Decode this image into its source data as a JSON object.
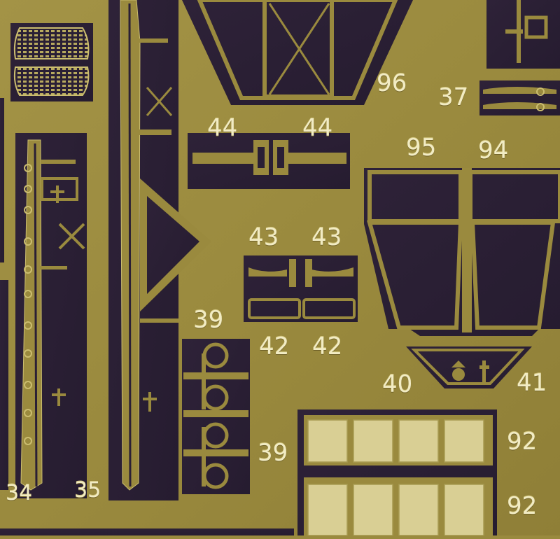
{
  "image": {
    "subject": "photo-etched brass fret",
    "colors": {
      "brass": "#a08f42",
      "brass_light": "#cbbd6f",
      "brass_dark": "#7d6e2c",
      "cavity": "#2a1f35",
      "cavity_edge": "#3b2d47",
      "label": "#f2ecc4",
      "pad": "#d9cf94"
    }
  },
  "part_numbers": {
    "p96": "96",
    "p37": "37",
    "p44a": "44",
    "p44b": "44",
    "p95": "95",
    "p94": "94",
    "p43a": "43",
    "p43b": "43",
    "p39a": "39",
    "p42a": "42",
    "p42b": "42",
    "p40": "40",
    "p41": "41",
    "p39b": "39",
    "p92a": "92",
    "p92b": "92",
    "p34": "34",
    "p35": "35"
  }
}
